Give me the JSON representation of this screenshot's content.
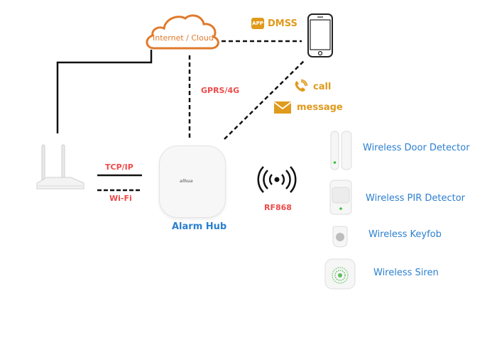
{
  "cloud": {
    "label": "Internet / Cloud"
  },
  "app": {
    "icon": "app-icon",
    "icon_text": "APP",
    "label": "DMSS"
  },
  "phone": {
    "icon": "smartphone-icon"
  },
  "notifications": [
    {
      "icon": "phone-call-icon",
      "label": "call"
    },
    {
      "icon": "envelope-icon",
      "label": "message"
    }
  ],
  "links": {
    "gprs": "GPRS/4G",
    "tcpip": "TCP/IP",
    "wifi": "Wi-Fi",
    "rf": "RF868"
  },
  "router": {
    "icon": "router-icon"
  },
  "hub": {
    "label": "Alarm Hub",
    "brand": "alhua"
  },
  "devices": [
    {
      "icon": "door-detector-icon",
      "label": "Wireless Door Detector"
    },
    {
      "icon": "pir-detector-icon",
      "label": "Wireless PIR Detector"
    },
    {
      "icon": "keyfob-icon",
      "label": "Wireless Keyfob"
    },
    {
      "icon": "siren-icon",
      "label": "Wireless Siren"
    }
  ],
  "colors": {
    "cloud": "#e07a2c",
    "accent_orange": "#e09a1c",
    "link_red": "#ef4a4a",
    "device_blue": "#2b7fd0",
    "led_green": "#3bbf3b"
  }
}
